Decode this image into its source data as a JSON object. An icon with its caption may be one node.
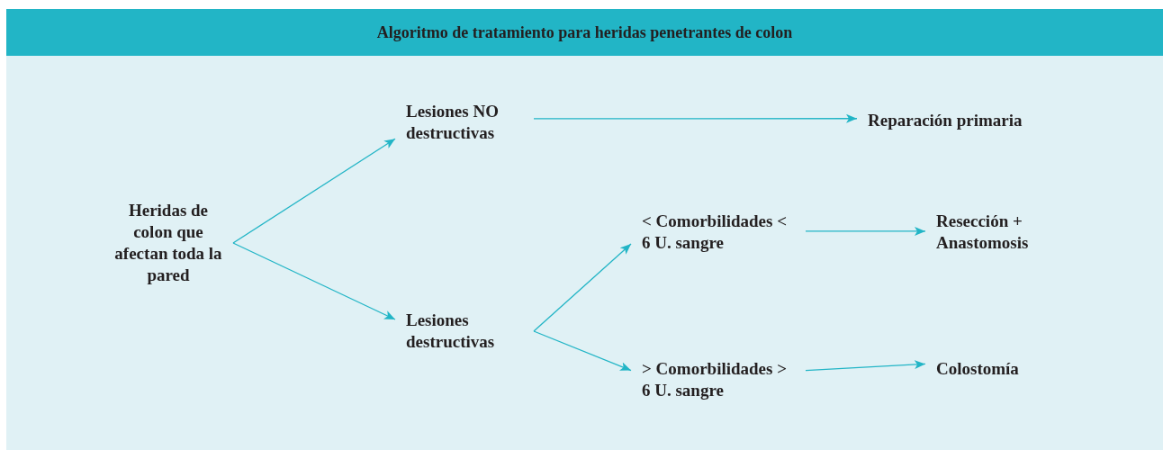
{
  "diagram": {
    "title": "Algoritmo de tratamiento para heridas penetrantes de colon",
    "nodes": [
      {
        "text": [
          "Heridas de colon que afectan toda la pared"
        ]
      },
      {
        "text": [
          "Lesiones NO destructivas"
        ]
      },
      {
        "text": [
          "Lesiones destructivas"
        ]
      },
      {
        "text": [
          "Reparación primaria"
        ]
      },
      {
        "text": [
          "< Comorbilidades < 6 U. sangre"
        ]
      },
      {
        "text": [
          "Resección + Anastomosis"
        ]
      },
      {
        "text": [
          "> Comorbilidades > 6 U. sangre"
        ]
      },
      {
        "text": [
          "Colostomía"
        ]
      }
    ],
    "edges": [
      {
        "from": 0,
        "to": 1,
        "arrow": "to"
      },
      {
        "from": 0,
        "to": 2,
        "arrow": "to"
      },
      {
        "from": 1,
        "to": 3,
        "arrow": "to"
      },
      {
        "from": 2,
        "to": 4,
        "arrow": "to"
      },
      {
        "from": 2,
        "to": 6,
        "arrow": "to"
      },
      {
        "from": 4,
        "to": 5,
        "arrow": "to"
      },
      {
        "from": 6,
        "to": 7,
        "arrow": "to"
      }
    ]
  }
}
